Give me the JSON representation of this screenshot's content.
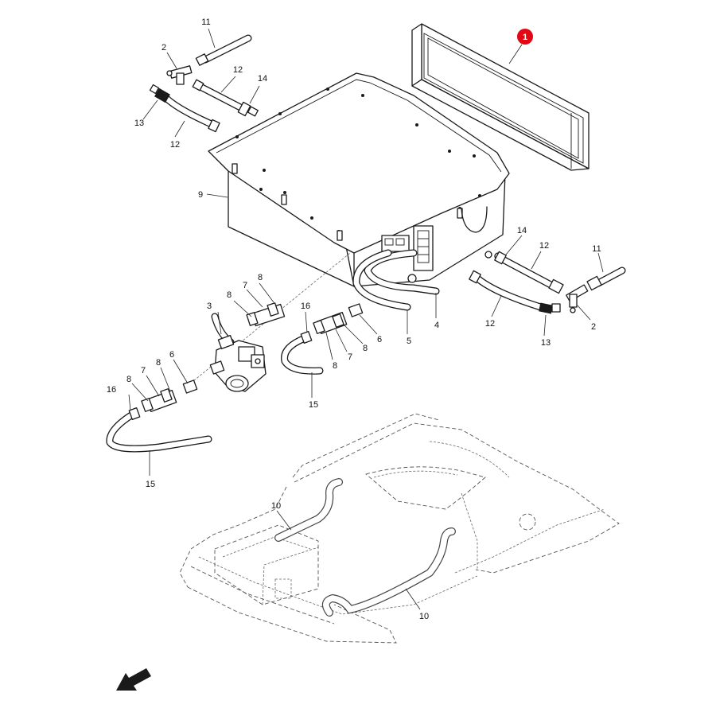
{
  "diagram": {
    "highlight_color": "#e30613",
    "highlighted_callout": "1",
    "callouts": [
      {
        "id": "c1",
        "text": "1"
      },
      {
        "id": "c2a",
        "text": "2"
      },
      {
        "id": "c11a",
        "text": "11"
      },
      {
        "id": "c12a",
        "text": "12"
      },
      {
        "id": "c14a",
        "text": "14"
      },
      {
        "id": "c13a",
        "text": "13"
      },
      {
        "id": "c12b",
        "text": "12"
      },
      {
        "id": "c9",
        "text": "9"
      },
      {
        "id": "c14b",
        "text": "14"
      },
      {
        "id": "c12c",
        "text": "12"
      },
      {
        "id": "c11b",
        "text": "11"
      },
      {
        "id": "c12d",
        "text": "12"
      },
      {
        "id": "c13b",
        "text": "13"
      },
      {
        "id": "c2b",
        "text": "2"
      },
      {
        "id": "c4",
        "text": "4"
      },
      {
        "id": "c5",
        "text": "5"
      },
      {
        "id": "c6a",
        "text": "6"
      },
      {
        "id": "c16a",
        "text": "16"
      },
      {
        "id": "c8a",
        "text": "8"
      },
      {
        "id": "c7a",
        "text": "7"
      },
      {
        "id": "c8b",
        "text": "8"
      },
      {
        "id": "c15a",
        "text": "15"
      },
      {
        "id": "c3",
        "text": "3"
      },
      {
        "id": "c8c",
        "text": "8"
      },
      {
        "id": "c7b",
        "text": "7"
      },
      {
        "id": "c8d",
        "text": "8"
      },
      {
        "id": "c8e",
        "text": "8"
      },
      {
        "id": "c7c",
        "text": "7"
      },
      {
        "id": "c8f",
        "text": "8"
      },
      {
        "id": "c6b",
        "text": "6"
      },
      {
        "id": "c16b",
        "text": "16"
      },
      {
        "id": "c15b",
        "text": "15"
      },
      {
        "id": "c10a",
        "text": "10"
      },
      {
        "id": "c10b",
        "text": "10"
      }
    ],
    "direction_icon": "arrow-down-left-icon"
  }
}
